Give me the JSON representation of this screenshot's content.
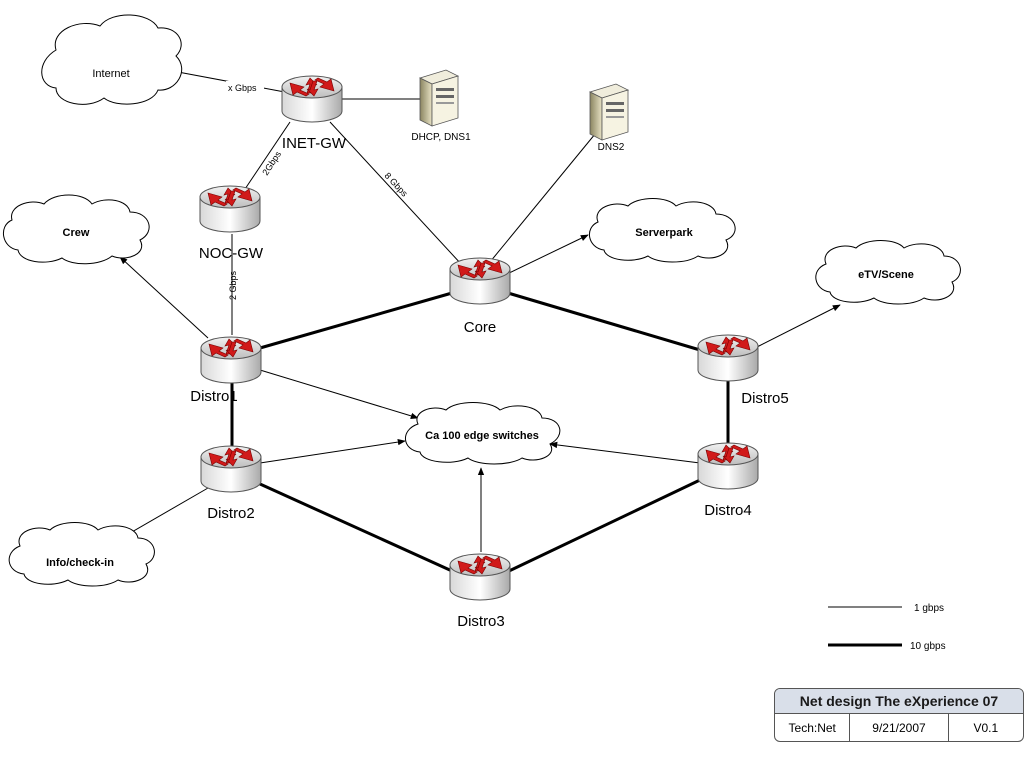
{
  "clouds": {
    "internet": "Internet",
    "crew": "Crew",
    "serverpark": "Serverpark",
    "etv": "eTV/Scene",
    "edge": "Ca 100 edge switches",
    "info": "Info/check-in"
  },
  "routers": {
    "inet_gw": "INET-GW",
    "noc_gw": "NOC-GW",
    "core": "Core",
    "distro1": "Distro1",
    "distro2": "Distro2",
    "distro3": "Distro3",
    "distro4": "Distro4",
    "distro5": "Distro5"
  },
  "servers": {
    "dhcp_dns1": "DHCP, DNS1",
    "dns2": "DNS2"
  },
  "links": {
    "internet_gw": "x Gbps",
    "gw_noc": "2Gbps",
    "gw_core": "8 Gbps",
    "noc_distro1": "2 Gbps"
  },
  "legend": {
    "thin": "1 gbps",
    "thick": "10 gbps"
  },
  "title_block": {
    "title": "Net design The eXperience 07",
    "author": "Tech:Net",
    "date": "9/21/2007",
    "version": "V0.1"
  },
  "colors": {
    "router_body": "#c8c8c8",
    "router_arrow": "#d11a1a",
    "title_bg": "#d9dfe9"
  }
}
